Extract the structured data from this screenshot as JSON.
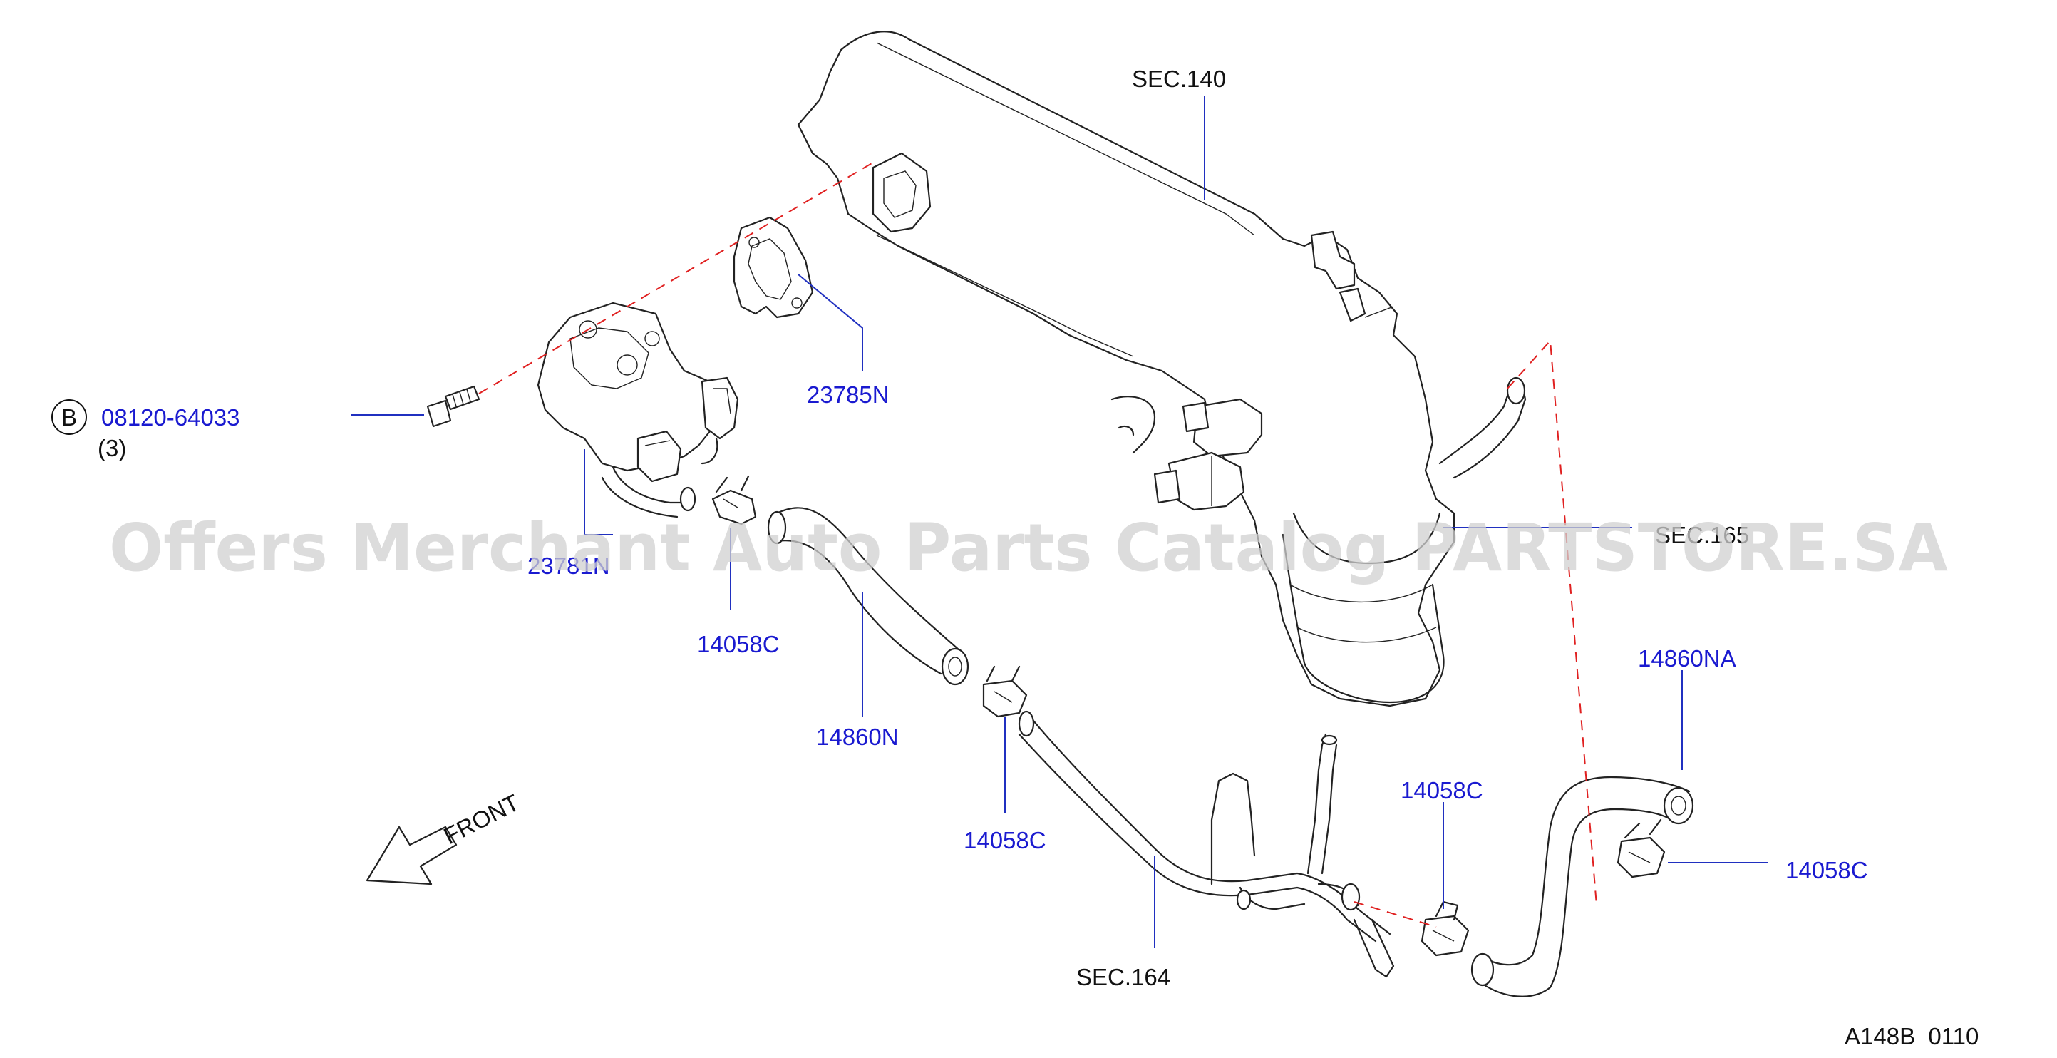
{
  "labels": {
    "sec140": "SEC.140",
    "p23785N": "23785N",
    "bolt_code": "08120-64033",
    "bolt_marker": "B",
    "bolt_qty": "(3)",
    "p23781N": "23781N",
    "clamp_a": "14058C",
    "hose_n": "14860N",
    "clamp_b": "14058C",
    "sec165": "SEC.165",
    "hose_na": "14860NA",
    "clamp_c": "14058C",
    "clamp_d": "14058C",
    "sec164": "SEC.164",
    "front": "FRONT",
    "diagram_code": "A148B  0110"
  },
  "watermark": "Offers Merchant Auto Parts Catalog PARTSTORE.SA",
  "colors": {
    "part_number": "#1a1ad0",
    "leader": "#2030c0",
    "alignment_dash": "#e02020",
    "line_art": "#222222"
  }
}
